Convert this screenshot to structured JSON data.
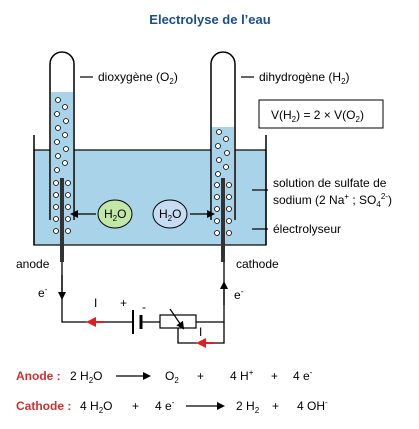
{
  "title": "Electrolyse de l’eau",
  "labels": {
    "o2_tube": "dioxygène (O",
    "o2_sub": "2",
    "o2_close": ")",
    "h2_tube": "dihydrogène (H",
    "h2_sub": "2",
    "h2_close": ")",
    "volume_relation_a": "V(H",
    "volume_relation_sub1": "2",
    "volume_relation_b": ") = 2 × V(O",
    "volume_relation_sub2": "2",
    "volume_relation_c": ")",
    "solution_line1": "solution de sulfate de",
    "solution_line2a": "sodium (2 Na",
    "solution_line2_sup1": "+",
    "solution_line2b": " ; SO",
    "solution_line2_sub": "4",
    "solution_line2_sup2": "2-",
    "solution_line2c": ")",
    "electrolyseur": "électrolyseur",
    "anode": "anode",
    "cathode": "cathode",
    "electron_left": "e",
    "electron_right": "e",
    "electron_sup": "-",
    "current_left": "I",
    "current_right": "I",
    "plus": "+",
    "minus": "-",
    "molecule_left": "H",
    "molecule_sub": "2",
    "molecule_o": "O",
    "molecule_right": "H"
  },
  "equations": {
    "anode": {
      "head": "Anode :",
      "reactant": "2 H",
      "reactant_sub": "2",
      "reactant_o": "O",
      "product1": "O",
      "product1_sub": "2",
      "plus1": "+",
      "product2": "4 H",
      "product2_sup": "+",
      "plus2": "+",
      "product3": "4 e",
      "product3_sup": "-"
    },
    "cathode": {
      "head": "Cathode :",
      "reactant1": "4 H",
      "reactant1_sub": "2",
      "reactant1_o": "O",
      "plus1": "+",
      "reactant2": "4 e",
      "reactant2_sup": "-",
      "product1": "2 H",
      "product1_sub": "2",
      "plus2": "+",
      "product2": "4 OH",
      "product2_sup": "-"
    }
  },
  "colors": {
    "water": "#a9d3e9",
    "tube_fill": "#a9d3e9",
    "molecule_green": "#c2e8a8",
    "molecule_blue": "#c7dbf2",
    "arrow_red": "#e02020",
    "title_blue": "#1a4f8a",
    "equation_red": "#d03030"
  }
}
